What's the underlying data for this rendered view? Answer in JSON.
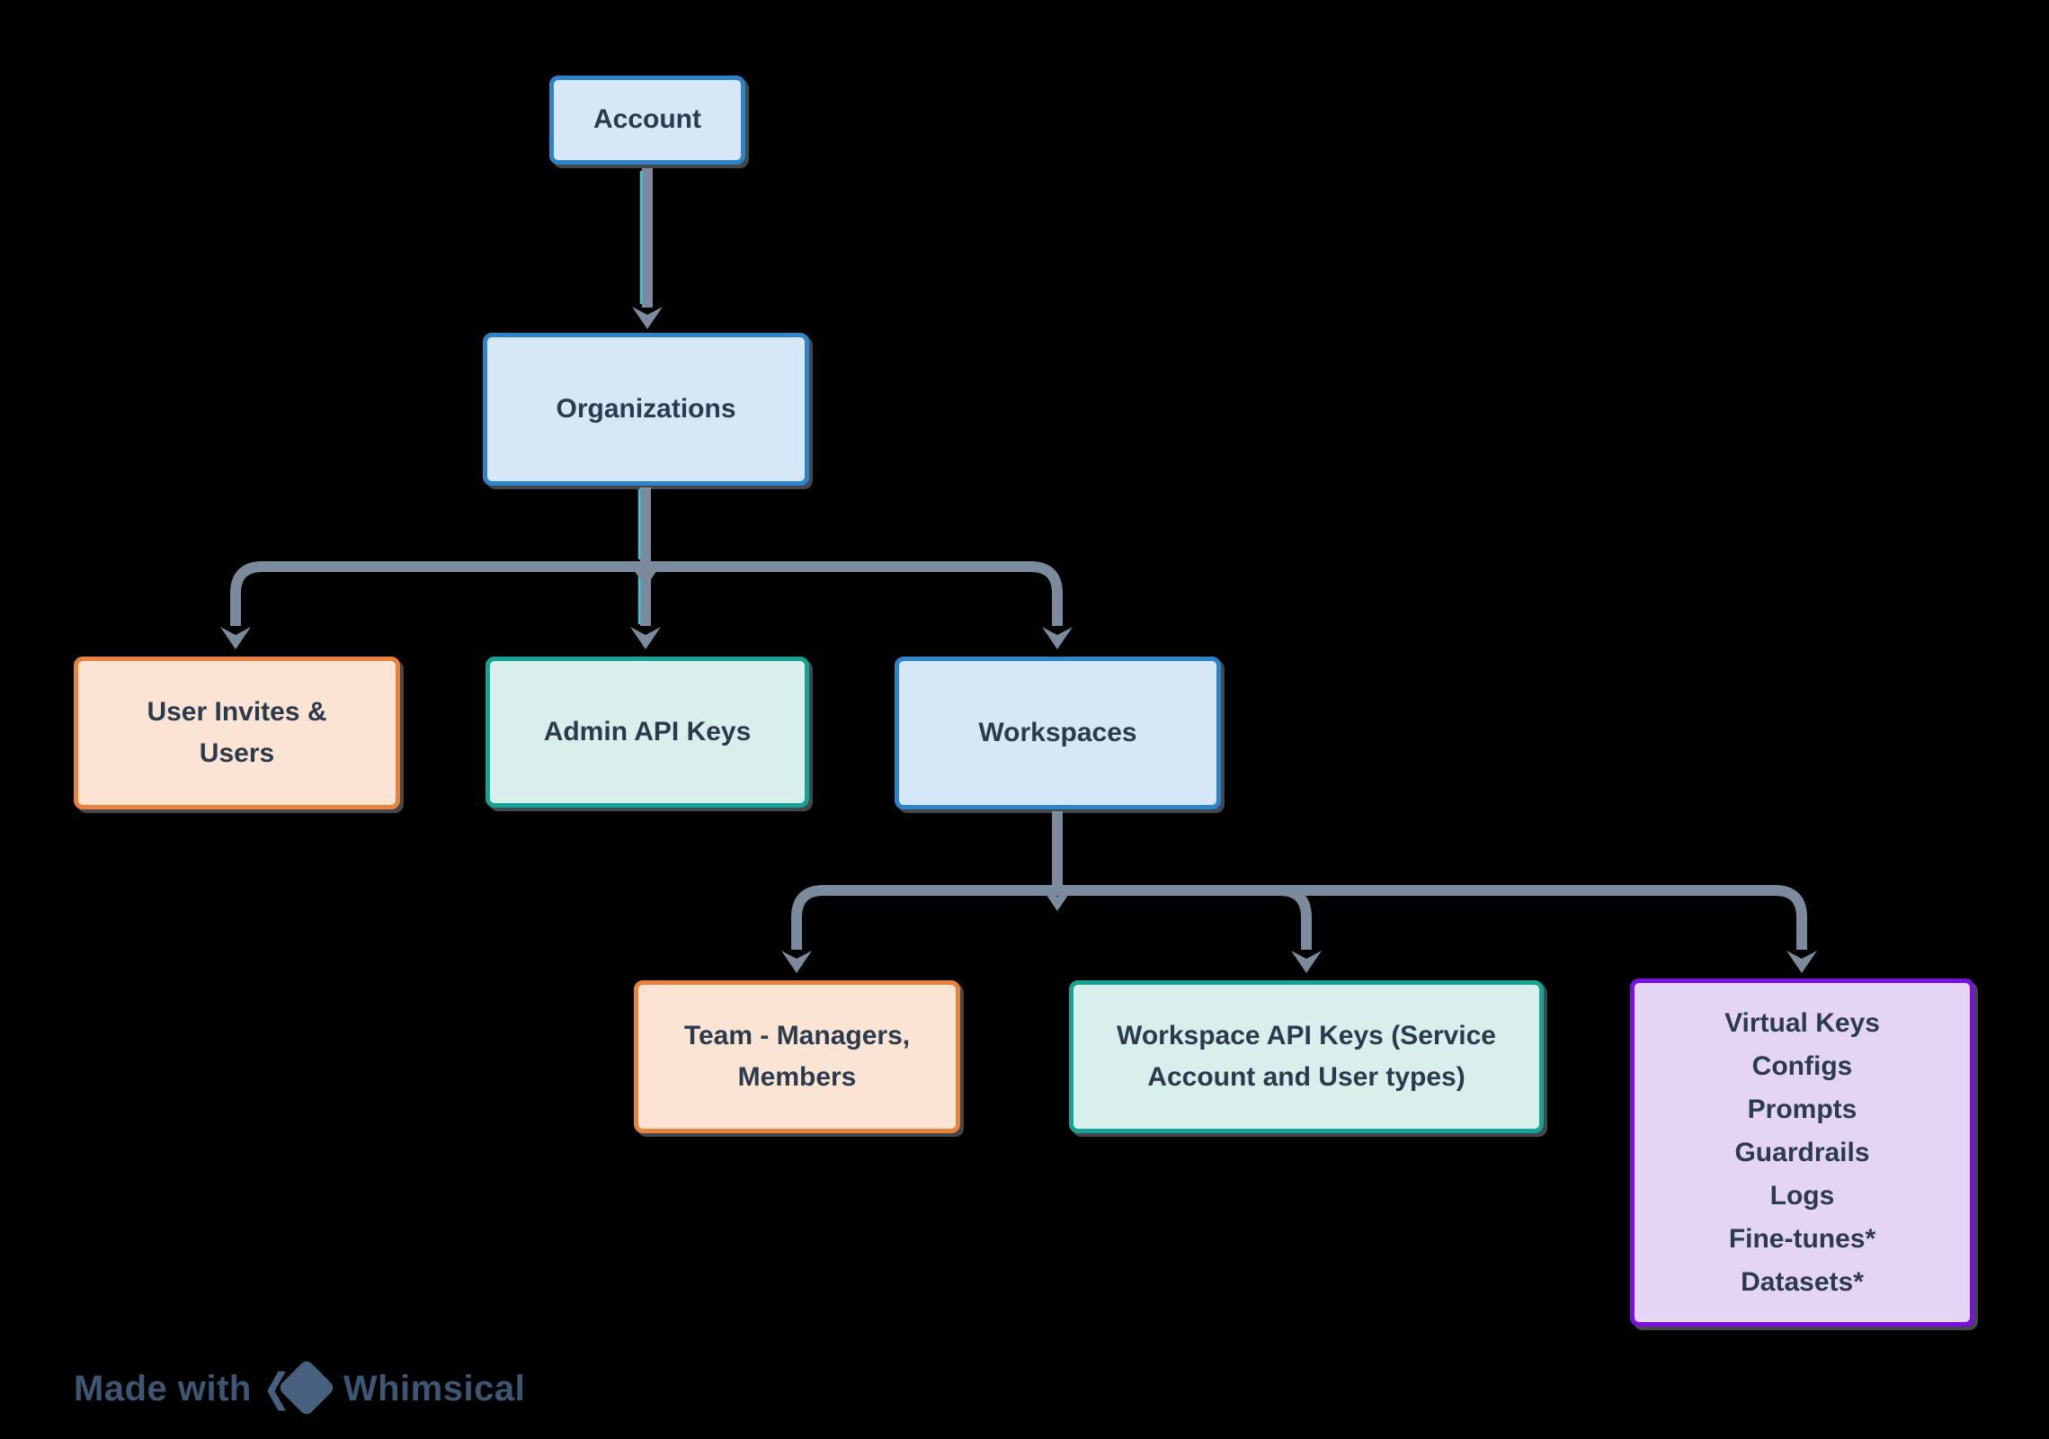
{
  "diagram": {
    "background_color": "#000000",
    "connector_color": "#7b8b9d",
    "accent_line_color": "#3fd4e0",
    "text_color": "#2b3a4d",
    "palette": {
      "blue_fill": "#d8e7f8",
      "blue_border": "#2e84cb",
      "orange_fill": "#fbe4d3",
      "orange_border": "#e8823c",
      "teal_fill": "#d9efeb",
      "teal_border": "#16a295",
      "purple_fill": "#e4d5f4",
      "purple_border": "#7a10e0"
    },
    "nodes": [
      {
        "id": "account",
        "type": "blue",
        "label": "Account"
      },
      {
        "id": "organizations",
        "type": "blue",
        "label": "Organizations"
      },
      {
        "id": "user-invites-users",
        "type": "orange",
        "lines": [
          "User Invites &",
          "Users"
        ]
      },
      {
        "id": "admin-api-keys",
        "type": "teal",
        "label": "Admin API Keys"
      },
      {
        "id": "workspaces",
        "type": "blue",
        "label": "Workspaces"
      },
      {
        "id": "team-managers-members",
        "type": "orange",
        "lines": [
          "Team - Managers,",
          "Members"
        ]
      },
      {
        "id": "workspace-api-keys",
        "type": "teal",
        "lines": [
          "Workspace API Keys (Service",
          "Account and User types)"
        ]
      },
      {
        "id": "workspace-resources",
        "type": "purple",
        "lines": [
          "Virtual Keys",
          "Configs",
          "Prompts",
          "Guardrails",
          "Logs",
          "Fine-tunes*",
          "Datasets*"
        ]
      }
    ],
    "edges": [
      {
        "from": "account",
        "to": "organizations"
      },
      {
        "from": "organizations",
        "to": "user-invites-users"
      },
      {
        "from": "organizations",
        "to": "admin-api-keys"
      },
      {
        "from": "organizations",
        "to": "workspaces"
      },
      {
        "from": "workspaces",
        "to": "team-managers-members"
      },
      {
        "from": "workspaces",
        "to": "workspace-api-keys"
      },
      {
        "from": "workspaces",
        "to": "workspace-resources"
      }
    ],
    "watermark": {
      "prefix": "Made with",
      "brand": "Whimsical"
    }
  }
}
